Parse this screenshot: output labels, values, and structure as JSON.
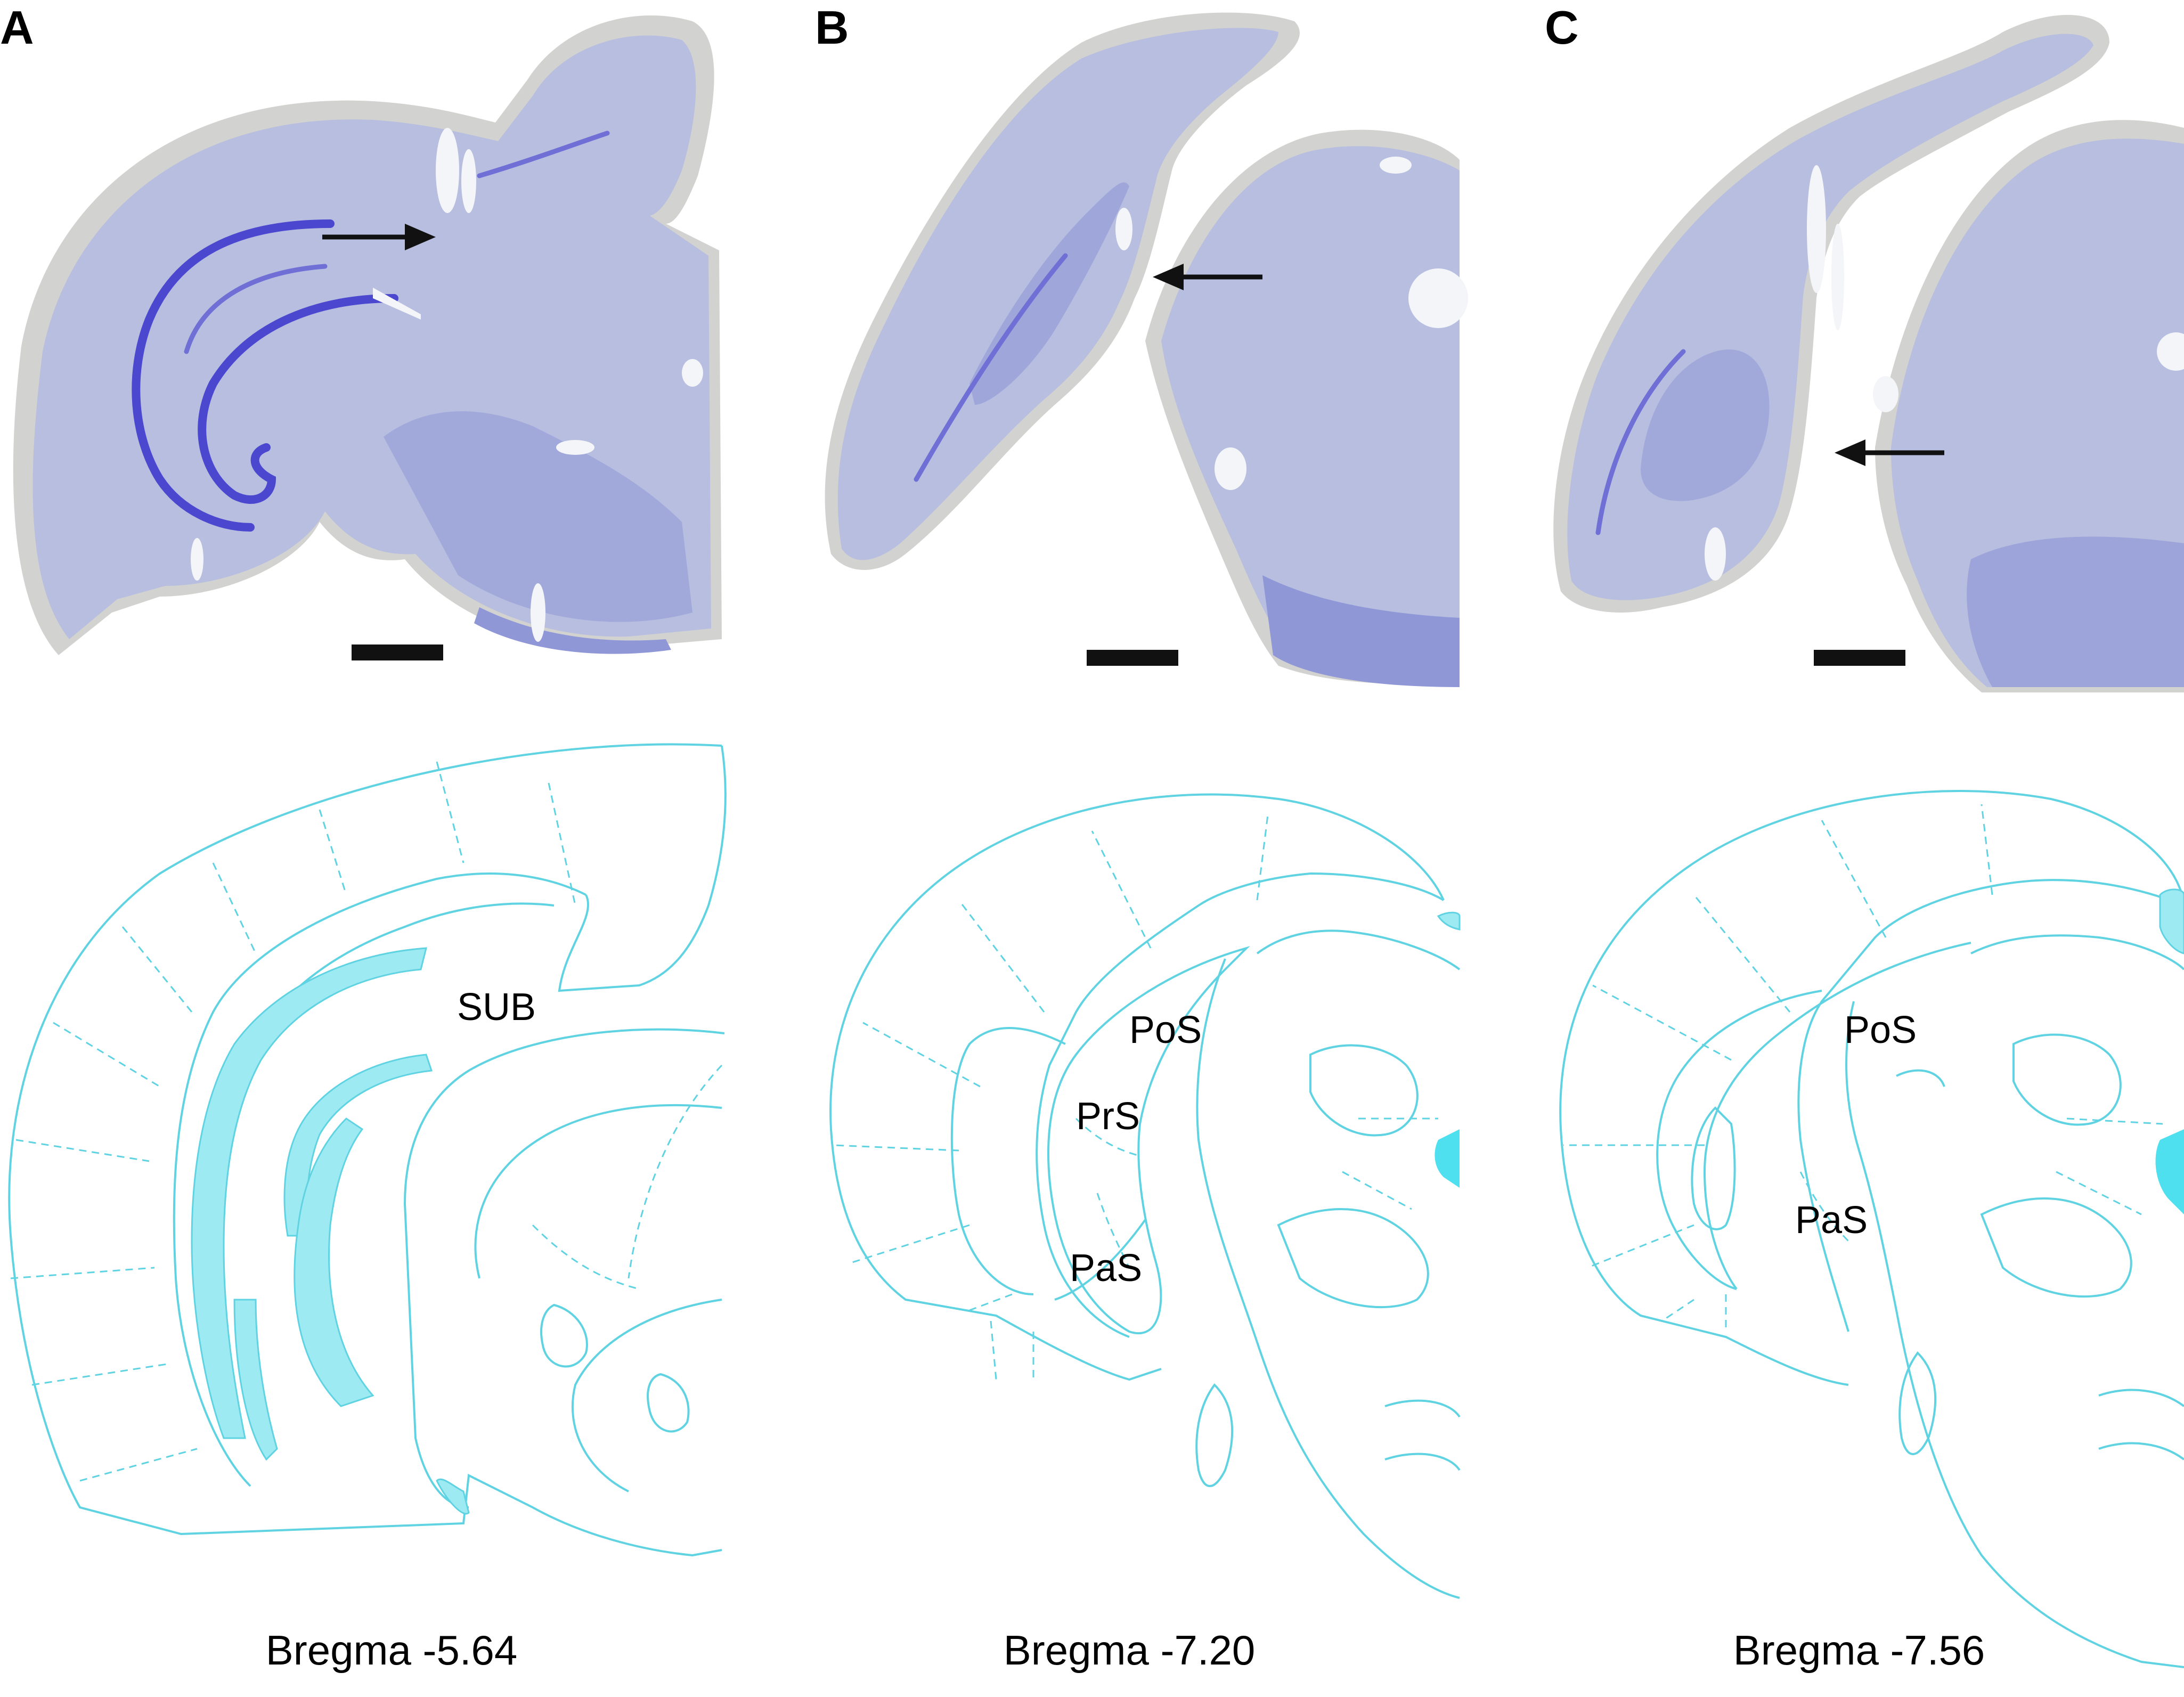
{
  "panels": [
    {
      "letter": "A",
      "bregma": "Bregma -5.64",
      "regions": [
        "SUB"
      ],
      "arrow_direction": "right"
    },
    {
      "letter": "B",
      "bregma": "Bregma -7.20",
      "regions": [
        "PoS",
        "PrS",
        "PaS"
      ],
      "arrow_direction": "left"
    },
    {
      "letter": "C",
      "bregma": "Bregma -7.56",
      "regions": [
        "PoS",
        "PaS"
      ],
      "arrow_direction": "left"
    }
  ],
  "colors": {
    "atlas_line": "#5fd3e2",
    "atlas_fill": "#9eeaf2",
    "nissl_stain": "#4b48cf",
    "tissue_background": "#d2d2d0"
  }
}
